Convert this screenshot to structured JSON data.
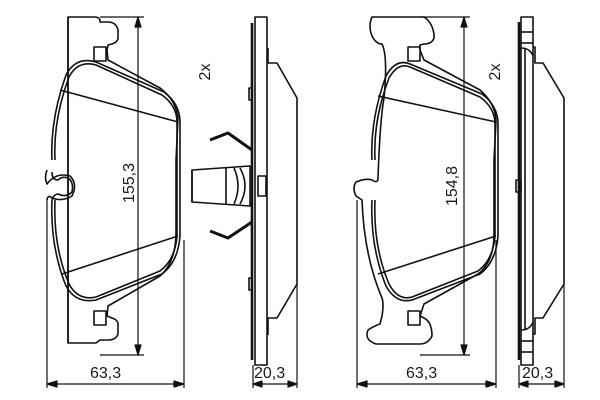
{
  "drawing": {
    "subject": "brake pad set technical drawing",
    "stroke_color": "#111111",
    "background": "#ffffff"
  },
  "pad_left": {
    "height_label": "155,3",
    "width_label": "63,3",
    "quantity_label": "2x"
  },
  "side_left": {
    "thickness_label": "20,3"
  },
  "pad_right": {
    "height_label": "154,8",
    "width_label": "63,3",
    "quantity_label": "2x"
  },
  "side_right": {
    "thickness_label": "20,3"
  }
}
